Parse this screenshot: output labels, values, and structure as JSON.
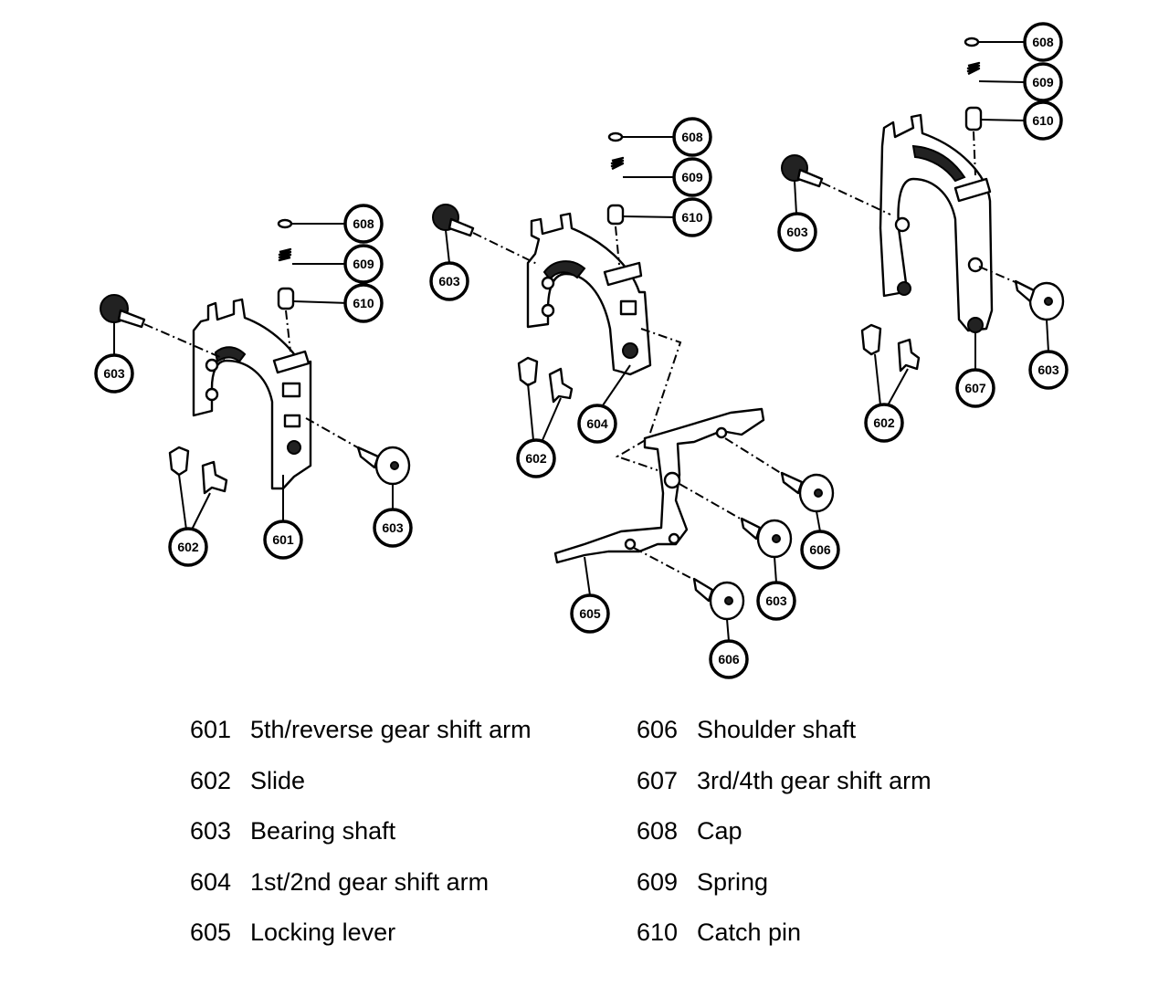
{
  "callouts": {
    "c601": "601",
    "c602": "602",
    "c603": "603",
    "c604": "604",
    "c605": "605",
    "c606": "606",
    "c607": "607",
    "c608": "608",
    "c609": "609",
    "c610": "610"
  },
  "legend": [
    {
      "number": "601",
      "description": "5th/reverse gear shift arm"
    },
    {
      "number": "602",
      "description": "Slide"
    },
    {
      "number": "603",
      "description": "Bearing shaft"
    },
    {
      "number": "604",
      "description": "1st/2nd gear shift arm"
    },
    {
      "number": "605",
      "description": "Locking lever"
    },
    {
      "number": "606",
      "description": "Shoulder shaft"
    },
    {
      "number": "607",
      "description": "3rd/4th gear shift arm"
    },
    {
      "number": "608",
      "description": "Cap"
    },
    {
      "number": "609",
      "description": "Spring"
    },
    {
      "number": "610",
      "description": "Catch pin"
    }
  ]
}
